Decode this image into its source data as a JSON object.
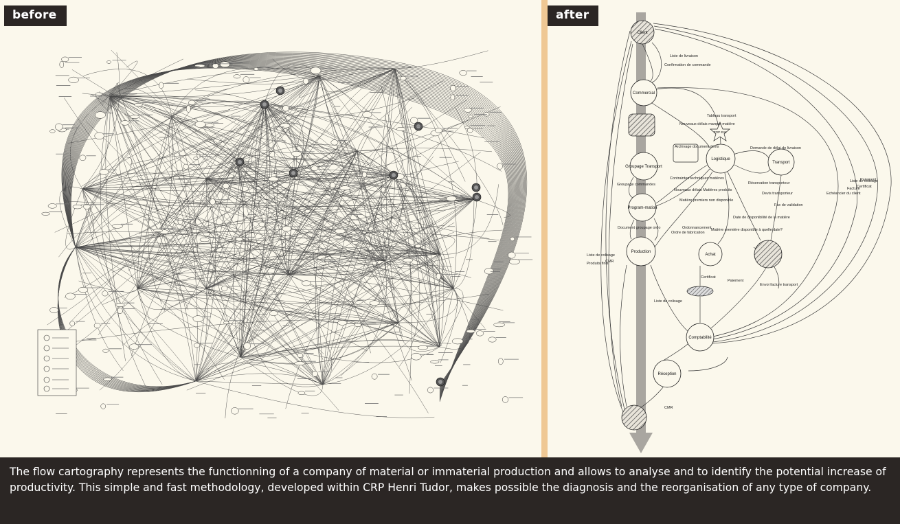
{
  "panels": {
    "before_label": "before",
    "after_label": "after"
  },
  "caption": "The flow cartography represents the functionning of a company of material or immaterial production and allows to analyse and to identify the potential increase of productivity. This simple and fast methodology, developed within CRP Henri Tudor, makes possible the diagnosis and the reorganisation of any type of company.",
  "after_nodes": {
    "client_top": "Client",
    "commercial": "Commercial",
    "groupage": "Groupage Transport",
    "programmation": "Program-mation",
    "production": "Production",
    "logistique": "Logistique",
    "transport": "Transport",
    "achat": "Achat",
    "comptabilite": "Comptabilité",
    "reception": "Réception",
    "pop": "POP Etat"
  },
  "after_flows": [
    "Liste de livraison",
    "Confirmation de commande",
    "Nouveaux délais marque matière",
    "Tableau transport",
    "Archivage document devis",
    "Demande de délai de livraison",
    "Contraintes techniques matières",
    "Nouveaux délais Matières produits",
    "Matière premiers non disponible",
    "Réservation transporteur",
    "Devis transporteur",
    "Fax de validation",
    "Date de disponibilité de la matière",
    "Matière première disponible à quelle date?",
    "Ordonnancement",
    "Groupage commandes",
    "Document groupage ordo",
    "Ordre de fabrication",
    "Liste de colisage",
    "Produits finis",
    "CMR",
    "Certificat",
    "Paiement",
    "Envoi facture transport",
    "Liste de colisage",
    "Echéancier du client",
    "Facture",
    "Certificat",
    "Paiement",
    "Liste de colisage",
    "CMR"
  ]
}
